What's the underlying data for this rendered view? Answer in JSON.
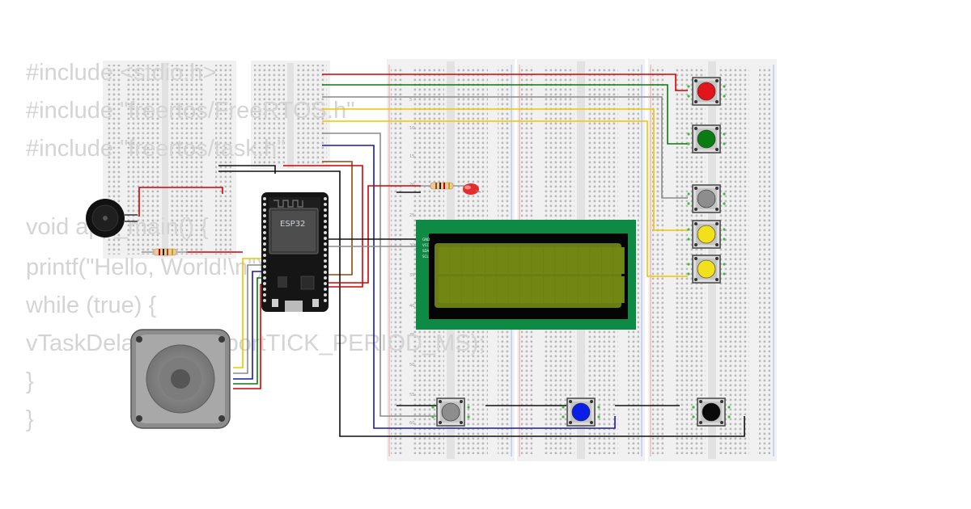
{
  "code": {
    "lines": [
      "#include <stdio.h>",
      "#include \"freertos/FreeRTOS.h\"",
      "#include \"freertos/task.h\"",
      "",
      "void app_main() {",
      "  printf(\"Hello, World!\\n\");",
      "  while (true) {",
      "    vTaskDelay(1000 / portTICK_PERIOD_MS);",
      "  }",
      "}"
    ]
  },
  "esp32": {
    "label": "ESP32"
  },
  "lcd": {
    "pin_labels": [
      "GND",
      "VCC",
      "SDA",
      "SCL"
    ]
  },
  "breadboard": {
    "row_numbers": [
      "5",
      "10",
      "15",
      "20",
      "25",
      "30",
      "35",
      "40",
      "45",
      "50",
      "55",
      "60"
    ]
  },
  "buttons": [
    {
      "name": "red",
      "color": "#e3151a"
    },
    {
      "name": "green",
      "color": "#0a7d12"
    },
    {
      "name": "gray",
      "color": "#8d8d8d"
    },
    {
      "name": "yellow",
      "color": "#f2e11a"
    },
    {
      "name": "yellow",
      "color": "#f2e11a"
    },
    {
      "name": "gray",
      "color": "#8d8d8d"
    },
    {
      "name": "blue",
      "color": "#0a1ee6"
    },
    {
      "name": "black",
      "color": "#0a0a0a"
    }
  ],
  "colors": {
    "wire_red": "#d40000",
    "wire_green": "#0b7a0b",
    "wire_gray": "#8a8a8a",
    "wire_yellow": "#f0c400",
    "wire_black": "#111111",
    "wire_blue": "#1a1aa8",
    "wire_brown": "#8a4a12",
    "lcd_border": "#0e8a45",
    "lcd_screen": "#6b7d12"
  }
}
